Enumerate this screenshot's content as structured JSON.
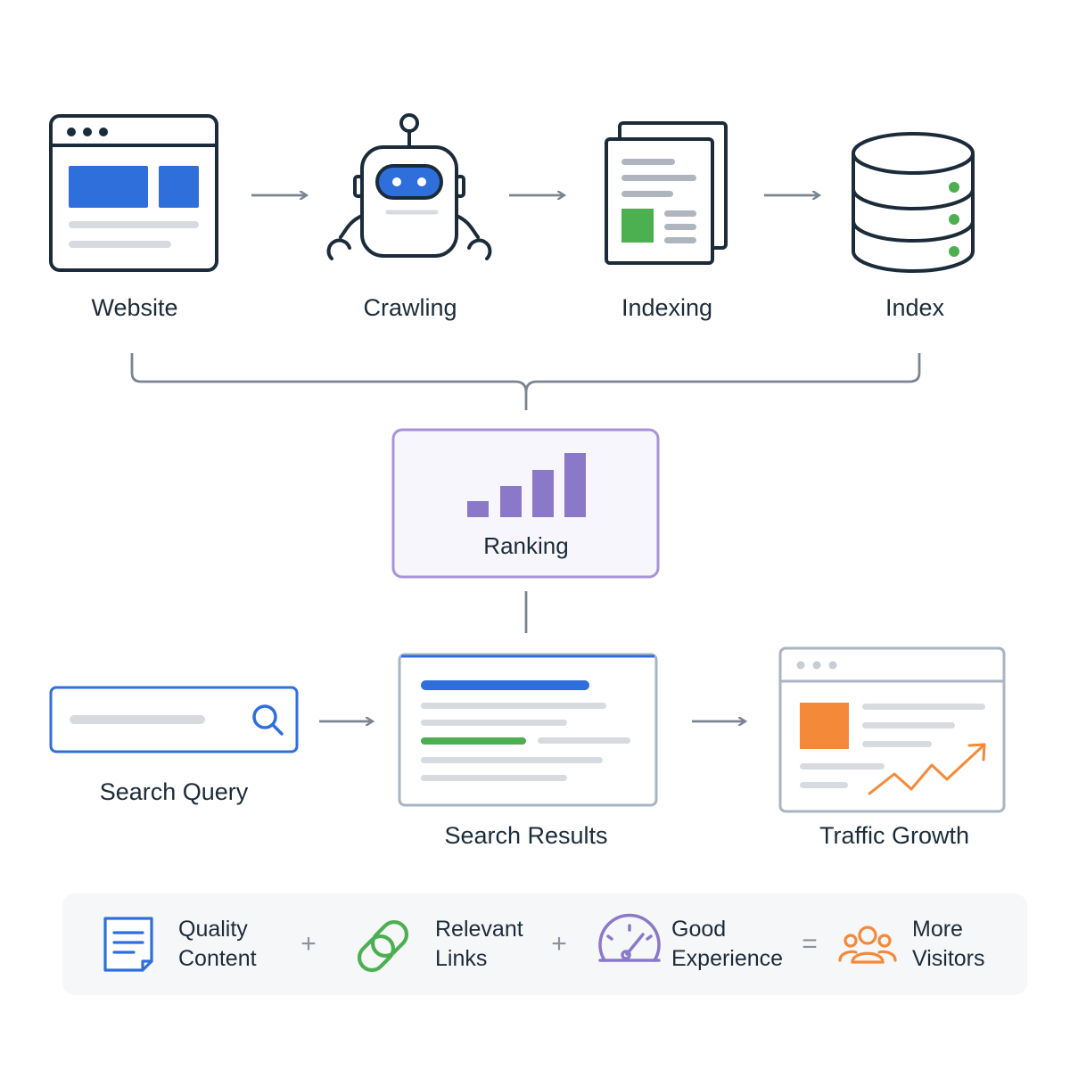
{
  "pipeline": {
    "website": "Website",
    "crawling": "Crawling",
    "indexing": "Indexing",
    "index": "Index",
    "ranking": "Ranking",
    "search_query": "Search Query",
    "search_results": "Search Results",
    "traffic_growth": "Traffic Growth"
  },
  "factors": {
    "quality_content": [
      "Quality",
      "Content"
    ],
    "relevant_links": [
      "Relevant",
      "Links"
    ],
    "good_experience": [
      "Good",
      "Experience"
    ],
    "more_visitors": [
      "More",
      "Visitors"
    ],
    "op_plus": "+",
    "op_equals": "="
  },
  "colors": {
    "outline": "#1c2b3a",
    "blue": "#2f6fdb",
    "green": "#4caf50",
    "purple": "#8b78c9",
    "orange": "#f5893a",
    "gray": "#d7dbe0",
    "connector": "#7b8592"
  },
  "icons": {
    "website": "browser-window-icon",
    "crawling": "robot-icon",
    "indexing": "documents-icon",
    "index": "database-icon",
    "ranking": "bar-chart-icon",
    "search_query": "magnifier-icon",
    "traffic": "trend-up-icon",
    "quality_content": "document-icon",
    "relevant_links": "link-icon",
    "good_experience": "gauge-icon",
    "more_visitors": "users-icon"
  }
}
